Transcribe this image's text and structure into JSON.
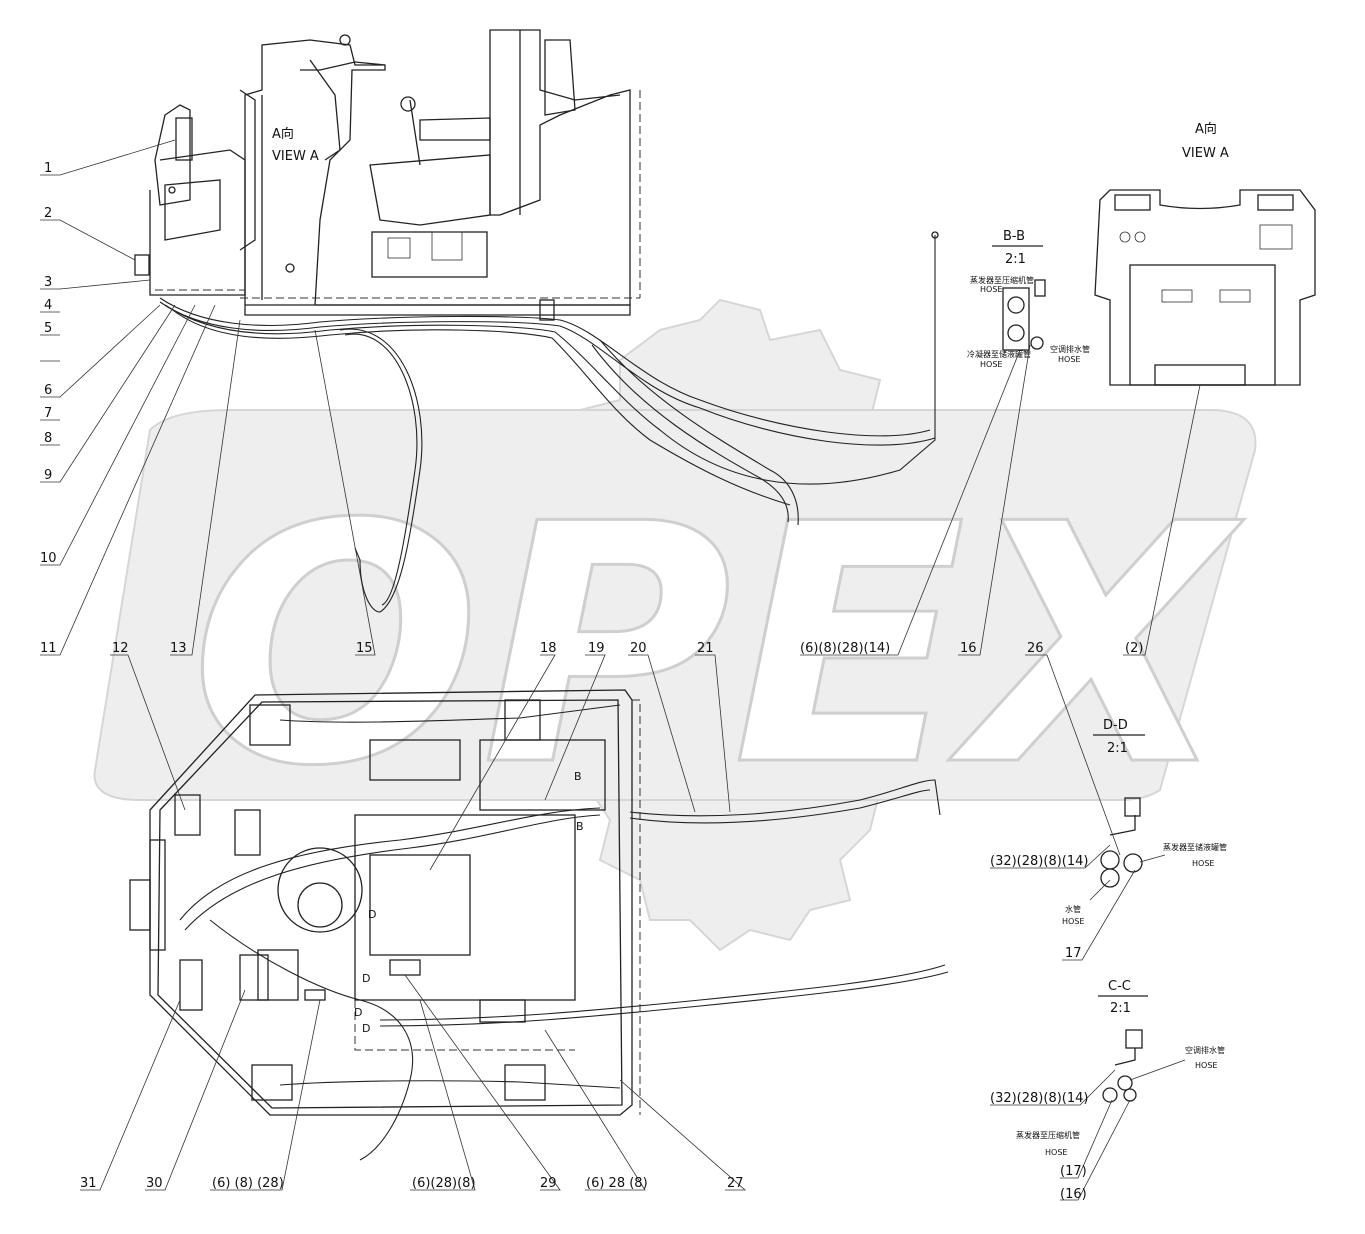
{
  "watermark": {
    "text": "OPEX"
  },
  "views": {
    "view_a": {
      "title": "A向",
      "subtitle": "VIEW A",
      "marker_title": "A向",
      "marker_subtitle": "VIEW A"
    },
    "section_bb": {
      "title": "B-B",
      "scale": "2:1",
      "hose_labels": [
        "蒸发器至压缩机管",
        "HOSE",
        "冷凝器至储液罐管",
        "HOSE",
        "空调排水管",
        "HOSE"
      ]
    },
    "section_dd": {
      "title": "D-D",
      "scale": "2:1",
      "hose_labels": [
        "蒸发器至储液罐管",
        "HOSE",
        "水管",
        "HOSE"
      ]
    },
    "section_cc": {
      "title": "C-C",
      "scale": "2:1",
      "hose_labels": [
        "空调排水管",
        "HOSE",
        "蒸发器至压缩机管",
        "HOSE"
      ]
    }
  },
  "callouts_top": [
    "1",
    "2",
    "3",
    "4",
    "5",
    "6",
    "7",
    "8",
    "9",
    "10",
    "11",
    "13",
    "15"
  ],
  "callouts_mid": [
    "(6)(8)(28)(14)",
    "16",
    "(2)",
    "12",
    "18",
    "19",
    "20",
    "21",
    "26"
  ],
  "callouts_section": {
    "dd_left": "(32)(28)(8)(14)",
    "dd_bottom": "17",
    "cc_left": "(32)(28)(8)(14)",
    "cc_b1": "(17)",
    "cc_b2": "(16)"
  },
  "callouts_bottom": [
    "31",
    "30",
    "(6) (8) (28)",
    "(6)(28)(8)",
    "29",
    "(6) 28 (8)",
    "27"
  ],
  "section_marks": [
    "B",
    "B",
    "D",
    "D",
    "D",
    "D"
  ]
}
